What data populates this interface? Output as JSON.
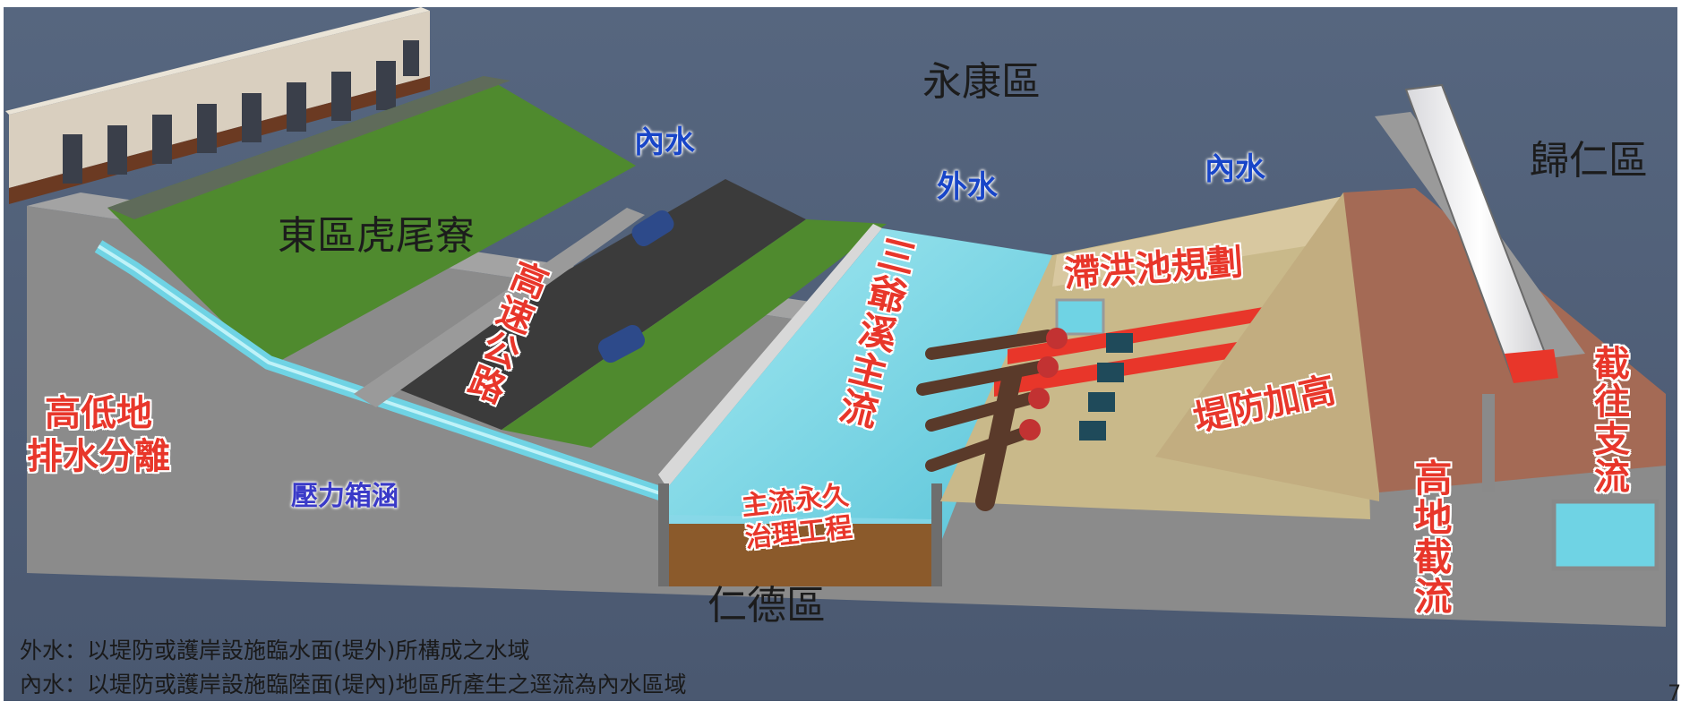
{
  "regions": {
    "north": "永康區",
    "south": "仁德區",
    "east": "歸仁區",
    "west": "東區虎尾寮"
  },
  "water_labels": {
    "inner_left": "內水",
    "outer": "外水",
    "inner_right": "內水",
    "pressure_culvert": "壓力箱涵"
  },
  "measures": {
    "separation": "高低地\n排水分離",
    "highway": "高速公路",
    "main_stream": "三爺溪主流",
    "permanent_works": "主流永久\n治理工程",
    "detention_pond": "滯洪池規劃",
    "levee_raise": "堤防加高",
    "intercept_branch": "截往支流",
    "highland_intercept": "高地截流"
  },
  "notes": [
    "外水：以堤防或護岸設施臨水面(堤外)所構成之水域",
    "內水：以堤防或護岸設施臨陸面(堤內)地區所產生之逕流為內水區域"
  ],
  "page_number": "7",
  "colors": {
    "background": "#51607a",
    "grass": "#4f8a2e",
    "water": "#6fd3e4",
    "road": "#3a3a3a",
    "soil": "#c9b98a",
    "brick": "#a46a55",
    "label_red": "#e8362a",
    "label_blue": "#1845c8"
  }
}
